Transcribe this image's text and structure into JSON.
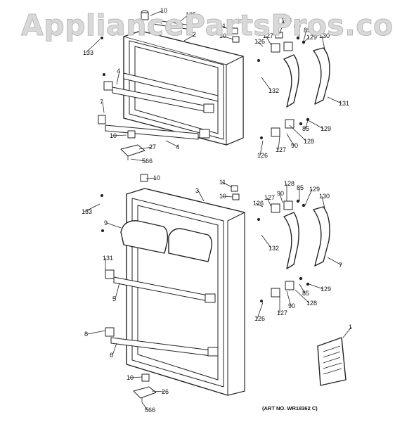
{
  "watermark": "AppliancePartsPros.com",
  "art_number": "(ART NO. WR18362 C)",
  "callouts": [
    "10",
    "125",
    "2",
    "11",
    "10",
    "128",
    "127",
    "89",
    "85",
    "129",
    "130",
    "126",
    "133",
    "4",
    "7",
    "132",
    "131",
    "10",
    "27",
    "4",
    "566",
    "10",
    "128",
    "127",
    "126",
    "90",
    "85",
    "129",
    "11",
    "10",
    "3",
    "128",
    "127",
    "90",
    "85",
    "129",
    "130",
    "126",
    "133",
    "9",
    "132",
    "7",
    "131",
    "5",
    "126",
    "127",
    "85",
    "129",
    "128",
    "90",
    "8",
    "6",
    "10",
    "26",
    "566",
    "1"
  ]
}
